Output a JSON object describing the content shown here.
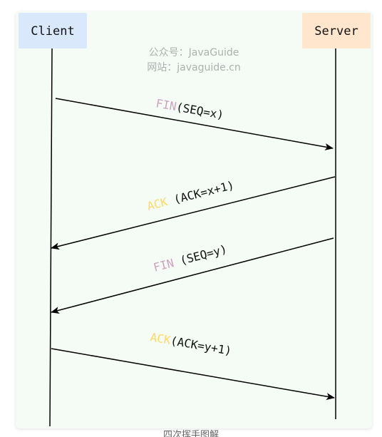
{
  "actors": {
    "client": {
      "label": "Client",
      "color": "#dae8fc"
    },
    "server": {
      "label": "Server",
      "color": "#ffe6cc"
    }
  },
  "watermark": {
    "line1": "公众号：JavaGuide",
    "line2": "网站：javaguide.cn"
  },
  "messages": [
    {
      "keyword": "FIN",
      "params": "(SEQ=x)",
      "keyword_color": "#cda2be",
      "direction": "client-to-server"
    },
    {
      "keyword": "ACK",
      "params": " (ACK=x+1)",
      "keyword_color": "#ffd966",
      "direction": "server-to-client"
    },
    {
      "keyword": "FIN",
      "params": " (SEQ=y)",
      "keyword_color": "#cda2be",
      "direction": "server-to-client"
    },
    {
      "keyword": "ACK",
      "params": "(ACK=y+1)",
      "keyword_color": "#ffd966",
      "direction": "client-to-server"
    }
  ],
  "caption": "四次挥手图解",
  "colors": {
    "background": "#f4fcf5",
    "line": "#000000"
  }
}
